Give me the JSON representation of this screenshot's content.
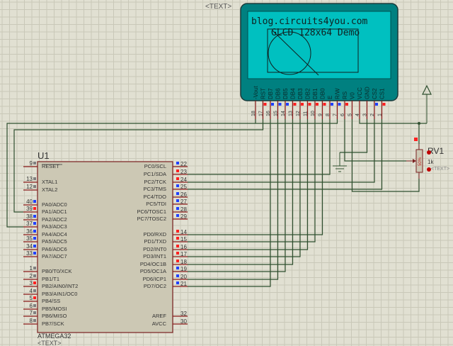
{
  "colors": {
    "background": "#e1e0d2",
    "grid": "#c9c8b8",
    "wire": "#2f4f2f",
    "pin": "#8b1a1a",
    "chip_fill": "#ccc8b4",
    "lcd_body": "#008080",
    "lcd_screen": "#00c0c0",
    "pin_high": "#ff2020",
    "pin_low": "#2040ff",
    "pin_float": "#808080"
  },
  "lcd": {
    "top_label": "<TEXT>",
    "line1": "blog.circuits4you.com",
    "line2": "GLCD 128x64 Demo",
    "pins": [
      {
        "num": "18",
        "label": "-Vout",
        "state": "none"
      },
      {
        "num": "17",
        "label": "RST",
        "state": "high"
      },
      {
        "num": "16",
        "label": "DB7",
        "state": "low"
      },
      {
        "num": "15",
        "label": "DB6",
        "state": "low"
      },
      {
        "num": "14",
        "label": "DB5",
        "state": "low"
      },
      {
        "num": "13",
        "label": "DB4",
        "state": "high"
      },
      {
        "num": "12",
        "label": "DB3",
        "state": "high"
      },
      {
        "num": "11",
        "label": "DB2",
        "state": "high"
      },
      {
        "num": "10",
        "label": "DB1",
        "state": "high"
      },
      {
        "num": "9",
        "label": "DB0",
        "state": "high"
      },
      {
        "num": "8",
        "label": "E",
        "state": "low"
      },
      {
        "num": "7",
        "label": "R/W",
        "state": "low"
      },
      {
        "num": "6",
        "label": "RS",
        "state": "high"
      },
      {
        "num": "5",
        "label": "V0",
        "state": "none"
      },
      {
        "num": "4",
        "label": "VCC",
        "state": "none"
      },
      {
        "num": "3",
        "label": "GND",
        "state": "none"
      },
      {
        "num": "2",
        "label": "CS2",
        "state": "low"
      },
      {
        "num": "1",
        "label": "CS1",
        "state": "high"
      }
    ]
  },
  "mcu": {
    "ref": "U1",
    "part": "ATMEGA32",
    "text": "<TEXT>",
    "left_pins": [
      {
        "num": "9",
        "label": "RESET",
        "state": "float"
      },
      {
        "num": "13",
        "label": "XTAL1",
        "state": "float"
      },
      {
        "num": "12",
        "label": "XTAL2",
        "state": "float"
      },
      {
        "num": "40",
        "label": "PA0/ADC0",
        "state": "low"
      },
      {
        "num": "39",
        "label": "PA1/ADC1",
        "state": "high"
      },
      {
        "num": "38",
        "label": "PA2/ADC2",
        "state": "low"
      },
      {
        "num": "37",
        "label": "PA3/ADC3",
        "state": "low"
      },
      {
        "num": "36",
        "label": "PA4/ADC4",
        "state": "low"
      },
      {
        "num": "35",
        "label": "PA5/ADC5",
        "state": "low"
      },
      {
        "num": "34",
        "label": "PA6/ADC6",
        "state": "low"
      },
      {
        "num": "33",
        "label": "PA7/ADC7",
        "state": "low"
      },
      {
        "num": "1",
        "label": "PB0/T0/XCK",
        "state": "float"
      },
      {
        "num": "2",
        "label": "PB1/T1",
        "state": "float"
      },
      {
        "num": "3",
        "label": "PB2/AIN0/INT2",
        "state": "high"
      },
      {
        "num": "4",
        "label": "PB3/AIN1/OC0",
        "state": "float"
      },
      {
        "num": "5",
        "label": "PB4/SS",
        "state": "high"
      },
      {
        "num": "6",
        "label": "PB5/MOSI",
        "state": "float"
      },
      {
        "num": "7",
        "label": "PB6/MISO",
        "state": "float"
      },
      {
        "num": "8",
        "label": "PB7/SCK",
        "state": "float"
      }
    ],
    "right_pins": [
      {
        "num": "22",
        "label": "PC0/SCL",
        "state": "low"
      },
      {
        "num": "23",
        "label": "PC1/SDA",
        "state": "high"
      },
      {
        "num": "24",
        "label": "PC2/TCK",
        "state": "high"
      },
      {
        "num": "25",
        "label": "PC3/TMS",
        "state": "low"
      },
      {
        "num": "26",
        "label": "PC4/TDO",
        "state": "low"
      },
      {
        "num": "27",
        "label": "PC5/TDI",
        "state": "low"
      },
      {
        "num": "28",
        "label": "PC6/TOSC1",
        "state": "low"
      },
      {
        "num": "29",
        "label": "PC7/TOSC2",
        "state": "low"
      },
      {
        "num": "14",
        "label": "PD0/RXD",
        "state": "high"
      },
      {
        "num": "15",
        "label": "PD1/TXD",
        "state": "high"
      },
      {
        "num": "16",
        "label": "PD2/INT0",
        "state": "high"
      },
      {
        "num": "17",
        "label": "PD3/INT1",
        "state": "high"
      },
      {
        "num": "18",
        "label": "PD4/OC1B",
        "state": "high"
      },
      {
        "num": "19",
        "label": "PD5/OC1A",
        "state": "low"
      },
      {
        "num": "20",
        "label": "PD6/ICP1",
        "state": "low"
      },
      {
        "num": "21",
        "label": "PD7/OC2",
        "state": "low"
      },
      {
        "num": "32",
        "label": "AREF",
        "state": "none"
      },
      {
        "num": "30",
        "label": "AVCC",
        "state": "none"
      }
    ]
  },
  "pot": {
    "ref": "RV1",
    "value": "1k",
    "text": "<TEXT>",
    "pct_label": "50%"
  }
}
